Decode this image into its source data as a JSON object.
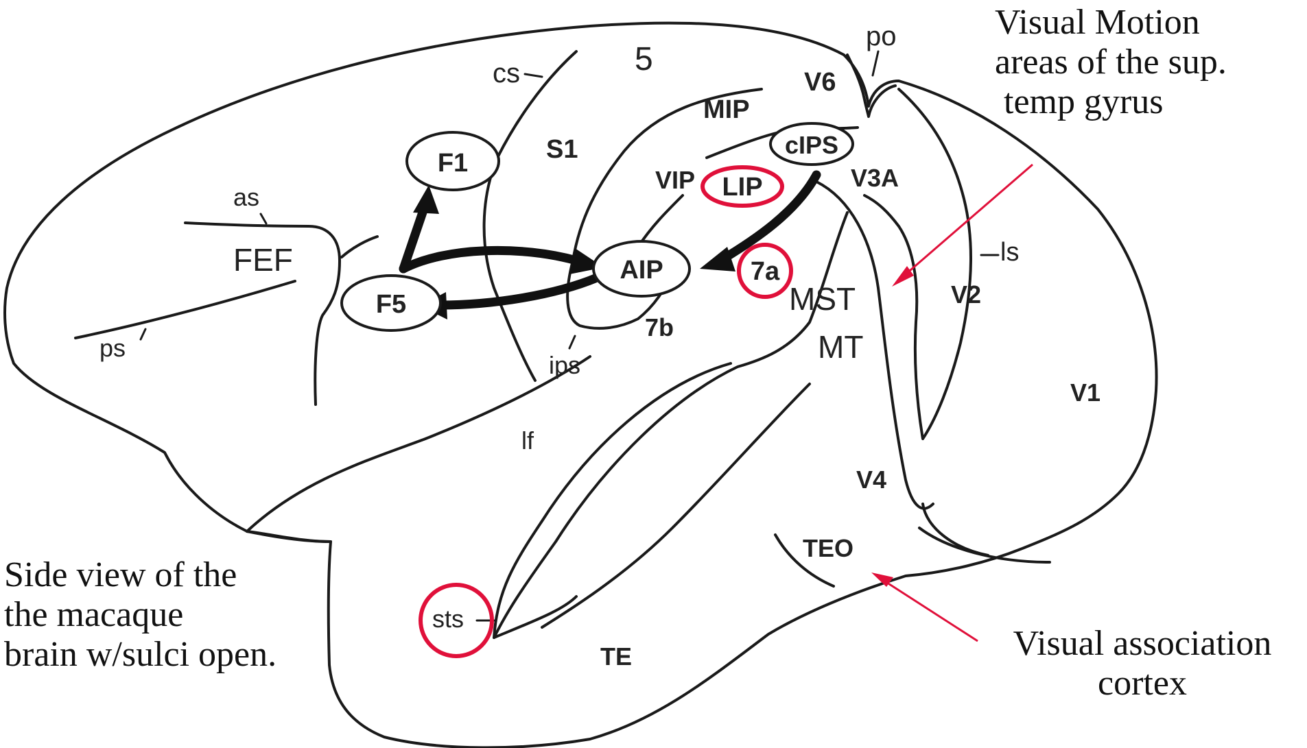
{
  "labels": {
    "cs": "cs",
    "area5": "5",
    "po": "po",
    "v6": "V6",
    "mip": "MIP",
    "s1": "S1",
    "f1": "F1",
    "cips": "cIPS",
    "vip": "VIP",
    "lip": "LIP",
    "v3a": "V3A",
    "as": "as",
    "fef": "FEF",
    "aip": "AIP",
    "a7a": "7a",
    "ls": "ls",
    "f5": "F5",
    "mst": "MST",
    "v2": "V2",
    "ps": "ps",
    "ips": "ips",
    "a7b": "7b",
    "mt": "MT",
    "v1": "V1",
    "lf": "lf",
    "v4": "V4",
    "teo": "TEO",
    "sts": "sts",
    "te": "TE"
  },
  "callouts": {
    "visual_motion": [
      "Visual Motion",
      "areas of the sup.",
      " temp gyrus"
    ],
    "side_view": [
      "Side view of the",
      "the macaque",
      "brain w/sulci open."
    ],
    "visual_association": [
      "Visual association",
      "cortex"
    ]
  },
  "colors": {
    "highlight": "#e0103a",
    "ink": "#1a1a1a"
  }
}
